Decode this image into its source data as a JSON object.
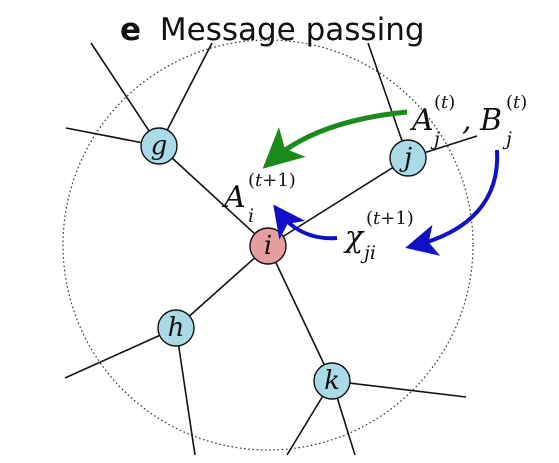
{
  "title": {
    "panel_letter": "e",
    "text": "Message passing"
  },
  "nodes": {
    "g": {
      "label": "g",
      "role": "neighbor"
    },
    "j": {
      "label": "j",
      "role": "neighbor"
    },
    "i": {
      "label": "i",
      "role": "center"
    },
    "h": {
      "label": "h",
      "role": "neighbor"
    },
    "k": {
      "label": "k",
      "role": "neighbor"
    }
  },
  "annotations": {
    "a_j": {
      "base": "A",
      "sub": "j",
      "sup_open": "(",
      "sup_var": "t",
      "sup_close": ")"
    },
    "comma": ",",
    "b_j": {
      "base": "B",
      "sub": "j",
      "sup_open": "(",
      "sup_var": "t",
      "sup_close": ")"
    },
    "a_i": {
      "base": "A",
      "sub": "i",
      "sup_open": "(",
      "sup_var": "t",
      "sup_rest": "+1)"
    },
    "chi_ji": {
      "base": "χ",
      "sub": "ji",
      "sup_open": "(",
      "sup_var": "t",
      "sup_rest": "+1)"
    }
  },
  "colors": {
    "neighbor_node": "#a9dbe6",
    "center_node": "#e59e9f",
    "green_arrow": "#1b8a1b",
    "blue_arrow": "#1010c8",
    "edge": "#111111",
    "dotted_circle": "#333333"
  }
}
